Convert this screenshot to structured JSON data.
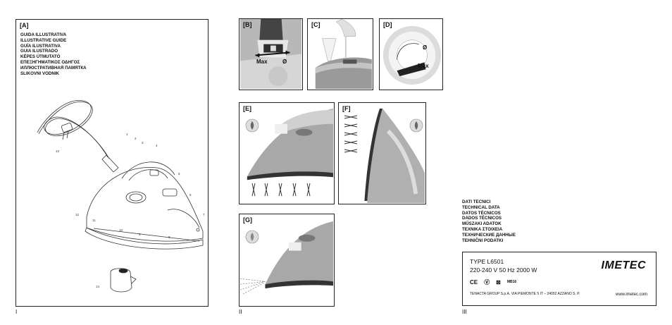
{
  "panel_a": {
    "label": "[A]",
    "guide_titles": [
      "GUIDA ILLUSTRATIVA",
      "ILLUSTRATIVE GUIDE",
      "GUÍA ILUSTRATIVA",
      "GUIA ILUSTRADO",
      "KÉPES ÚTMUTATÓ",
      "ΕΠΕΞΗΓΗΜΑΤΙΚΟΣ ΟΔΗΓΟΣ",
      "ИЛЛЮСТРАТИВНАЯ ПАМЯТКА",
      "SLIKOVNI VODNIK"
    ],
    "callouts": [
      "1",
      "2",
      "3",
      "4",
      "5",
      "6",
      "7",
      "8",
      "9",
      "10",
      "11",
      "12",
      "13",
      "14"
    ]
  },
  "panel_b": {
    "label": "[B]",
    "max": "Max",
    "min": "Ø"
  },
  "panel_c": {
    "label": "[C]"
  },
  "panel_d": {
    "label": "[D]",
    "min": "Ø",
    "max": "Max"
  },
  "panel_e": {
    "label": "[E]"
  },
  "panel_f": {
    "label": "[F]"
  },
  "panel_g": {
    "label": "[G]"
  },
  "pages": {
    "first": "I",
    "second": "II",
    "third": "III"
  },
  "tech": {
    "titles": [
      "DATI TECNICI",
      "TECHNICAL DATA",
      "DATOS TÉCNICOS",
      "DADOS TÉCNICOS",
      "MŰSZAKI ADATOK",
      "ΤΕΧΝΙΚΑ ΣΤΟΙΧΕΙΑ",
      "ТЕХНИЧЕСКИЕ ДАННЫЕ",
      "TEHNIČNI PODATKI"
    ],
    "type": "TYPE L6501",
    "rating": "220-240 V   50 Hz   2000 W",
    "brand": "IMETEC",
    "marks": [
      "CE",
      "Ⓥ",
      "⊠",
      "MB16"
    ],
    "manufacturer": "TENACTA GROUP S.p.A. VIA PIEMONTE 5 IT – 24052 AZZANO S. P.",
    "website": "www.imetec.com"
  },
  "colors": {
    "border": "#222222",
    "photo_bg": "#bcbcbc",
    "photo_dark": "#555555"
  }
}
